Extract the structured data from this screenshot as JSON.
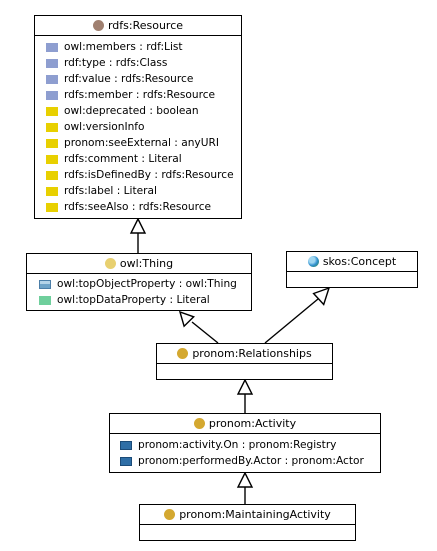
{
  "colors": {
    "resource_icon": "#a08070",
    "thing_icon": "#e8d070",
    "class_icon": "#d4a830",
    "annotation_swatch": "#e8d000",
    "property_swatch": "#8e9ed0"
  },
  "classes": {
    "resource": {
      "name": "rdfs:Resource",
      "attributes": [
        {
          "text": "owl:members : rdf:List",
          "kind": "property"
        },
        {
          "text": "rdf:type : rdfs:Class",
          "kind": "property"
        },
        {
          "text": "rdf:value : rdfs:Resource",
          "kind": "property"
        },
        {
          "text": "rdfs:member : rdfs:Resource",
          "kind": "property"
        },
        {
          "text": "owl:deprecated : boolean",
          "kind": "annotation"
        },
        {
          "text": "owl:versionInfo",
          "kind": "annotation"
        },
        {
          "text": "pronom:seeExternal : anyURI",
          "kind": "annotation"
        },
        {
          "text": "rdfs:comment : Literal",
          "kind": "annotation"
        },
        {
          "text": "rdfs:isDefinedBy : rdfs:Resource",
          "kind": "annotation"
        },
        {
          "text": "rdfs:label : Literal",
          "kind": "annotation"
        },
        {
          "text": "rdfs:seeAlso : rdfs:Resource",
          "kind": "annotation"
        }
      ]
    },
    "thing": {
      "name": "owl:Thing",
      "attributes": [
        {
          "text": "owl:topObjectProperty : owl:Thing",
          "kind": "object"
        },
        {
          "text": "owl:topDataProperty : Literal",
          "kind": "data"
        }
      ]
    },
    "concept": {
      "name": "skos:Concept"
    },
    "relationships": {
      "name": "pronom:Relationships"
    },
    "activity": {
      "name": "pronom:Activity",
      "attributes": [
        {
          "text": "pronom:activity.On : pronom:Registry",
          "kind": "relation"
        },
        {
          "text": "pronom:performedBy.Actor : pronom:Actor",
          "kind": "relation"
        }
      ]
    },
    "maintaining": {
      "name": "pronom:MaintainingActivity"
    }
  }
}
